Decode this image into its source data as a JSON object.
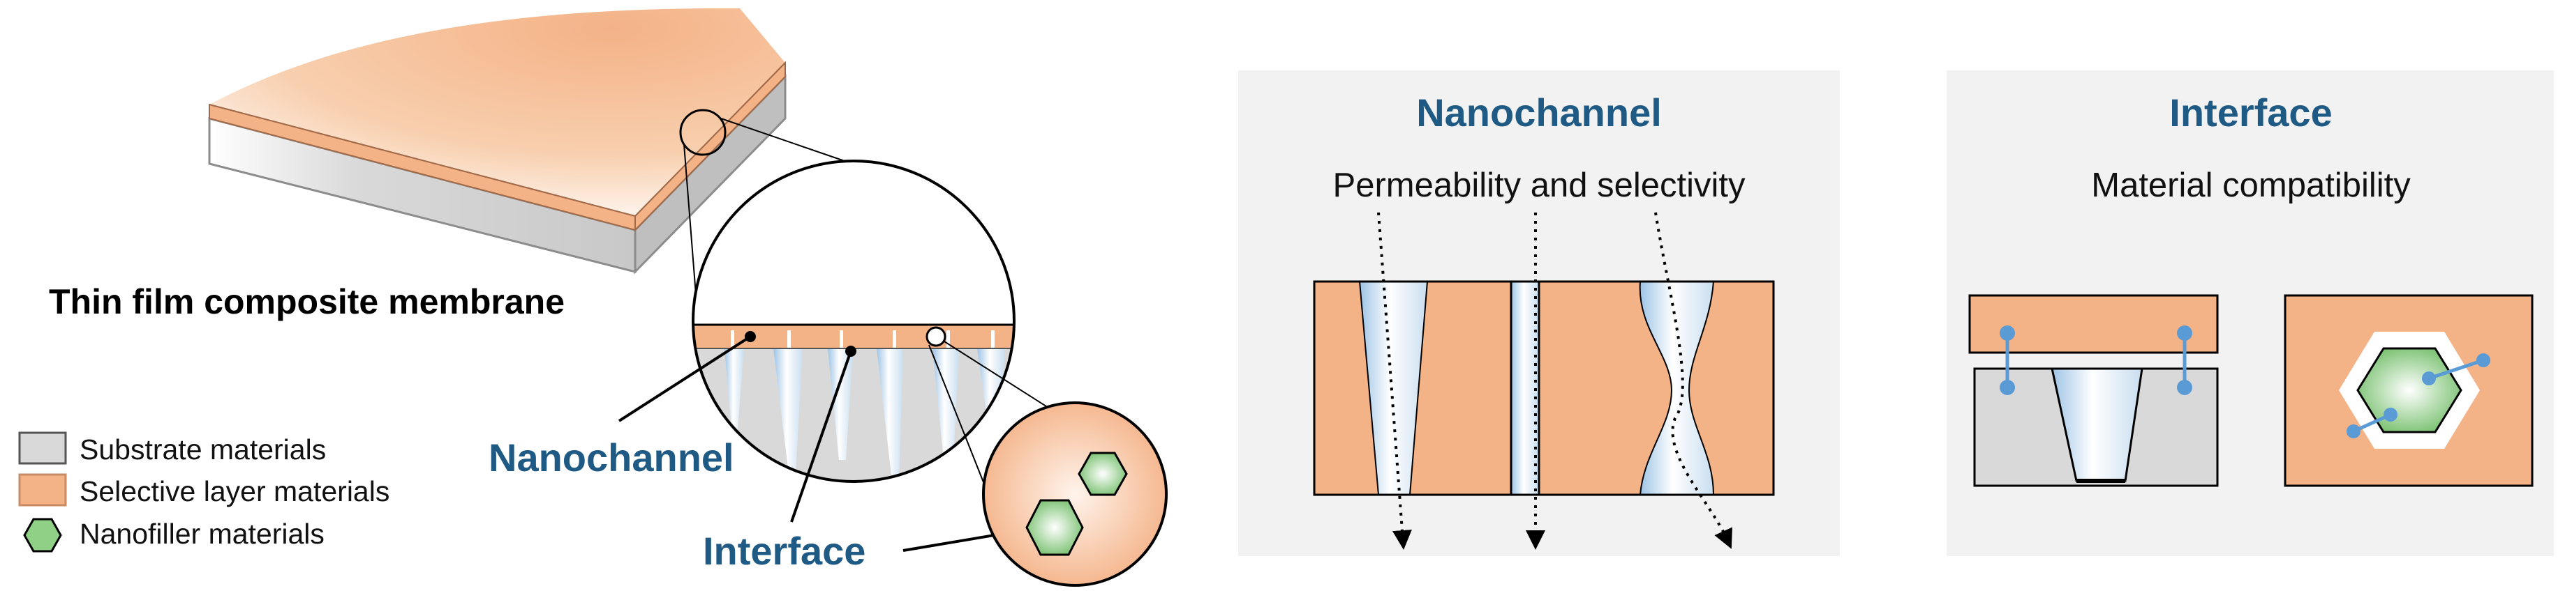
{
  "title": "Thin film composite membrane",
  "legend": [
    {
      "label": "Substrate materials",
      "color": "#d9d9d9",
      "shape": "square"
    },
    {
      "label": "Selective layer materials",
      "color": "#f4b287",
      "shape": "square"
    },
    {
      "label": "Nanofiller materials",
      "color": "#8fcf86",
      "shape": "hexagon"
    }
  ],
  "callouts": {
    "nanochannel": "Nanochannel",
    "interface": "Interface"
  },
  "panels": {
    "nanochannel": {
      "heading": "Nanochannel",
      "subtitle": "Permeability and selectivity"
    },
    "interface": {
      "heading": "Interface",
      "subtitle": "Material compatibility"
    }
  },
  "colors": {
    "substrate": "#d9d9d9",
    "selective": "#f4b287",
    "nanofiller": "#8fcf86",
    "accent_text": "#1f5a85",
    "link_blue": "#5b9bd5",
    "panel_bg": "#f2f2f2"
  }
}
